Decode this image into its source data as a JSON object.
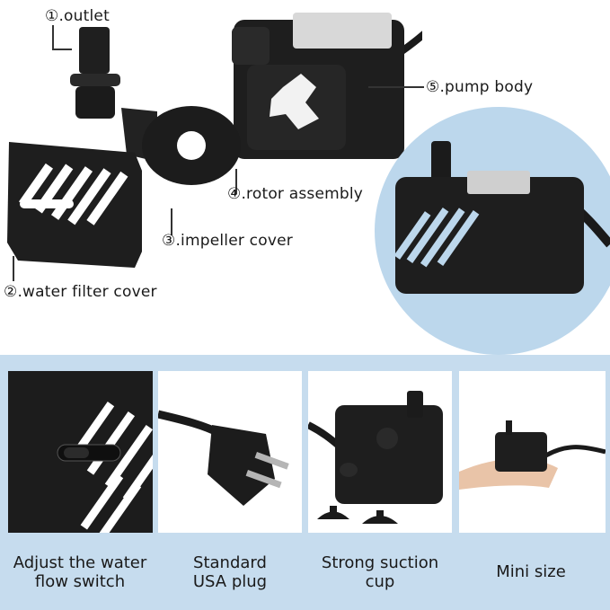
{
  "callouts": {
    "outlet": "①.outlet",
    "pump_body": "⑤.pump body",
    "rotor_assembly": "④.rotor assembly",
    "impeller_cover": "③.impeller cover",
    "water_filter_cover": "②.water filter cover"
  },
  "captions": {
    "flow_switch": [
      "Adjust the water",
      "flow switch"
    ],
    "usa_plug": [
      "Standard",
      "USA plug"
    ],
    "suction_cup": [
      "Strong suction",
      "cup"
    ],
    "mini_size": [
      "Mini size"
    ]
  },
  "colors": {
    "panel_background": "#c6dcee",
    "circle_background": "#bcd7ec",
    "product": "#1c1c1c"
  }
}
